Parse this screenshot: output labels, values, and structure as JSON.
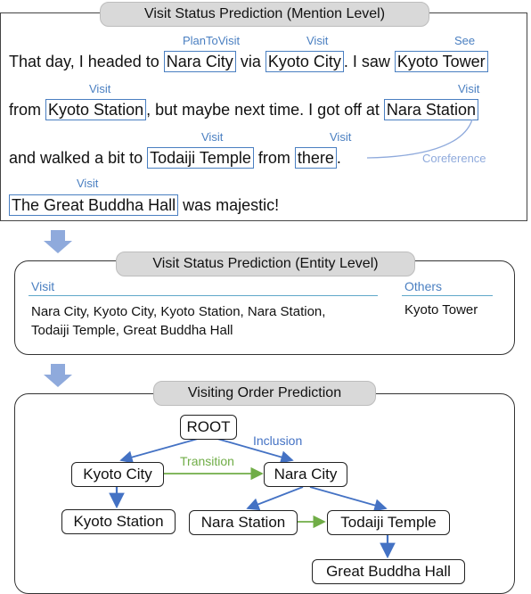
{
  "mention_panel": {
    "title": "Visit Status Prediction (Mention Level)",
    "line1": {
      "t1": "That day, I headed to ",
      "m1": "Nara City",
      "t2": " via ",
      "m2": "Kyoto City",
      "t3": ". I saw ",
      "m3": "Kyoto Tower"
    },
    "line2": {
      "t1": "from ",
      "m1": "Kyoto Station",
      "t2": ", but maybe next time. I got off at ",
      "m2": "Nara Station"
    },
    "line3": {
      "t1": "and walked a bit to ",
      "m1": "Todaiji Temple",
      "t2": " from ",
      "m2": "there",
      "t3": "."
    },
    "line4": {
      "m1": "The Great Buddha Hall",
      "t1": " was majestic!"
    },
    "tags": {
      "nara_city": "PlanToVisit",
      "kyoto_city": "Visit",
      "kyoto_tower": "See",
      "kyoto_station": "Visit",
      "nara_station": "Visit",
      "todaiji_temple": "Visit",
      "there": "Visit",
      "great_buddha_hall": "Visit"
    },
    "coreference_label": "Coreference"
  },
  "entity_panel": {
    "title": "Visit Status Prediction (Entity Level)",
    "visit_label": "Visit",
    "visit_line1": "Nara City, Kyoto City, Kyoto Station, Nara Station,",
    "visit_line2": "Todaiji Temple, Great Buddha Hall",
    "others_label": "Others",
    "others_text": "Kyoto Tower"
  },
  "order_panel": {
    "title": "Visiting Order Prediction",
    "nodes": {
      "root": "ROOT",
      "kyoto_city": "Kyoto City",
      "nara_city": "Nara City",
      "kyoto_station": "Kyoto Station",
      "nara_station": "Nara Station",
      "todaiji_temple": "Todaiji Temple",
      "great_buddha_hall": "Great Buddha Hall"
    },
    "inclusion_label": "Inclusion",
    "transition_label": "Transition"
  },
  "colors": {
    "mention_blue": "#4a7fc1",
    "inclusion_blue": "#4472c4",
    "transition_green": "#70ad47",
    "arrow_fill": "#8faadc"
  }
}
